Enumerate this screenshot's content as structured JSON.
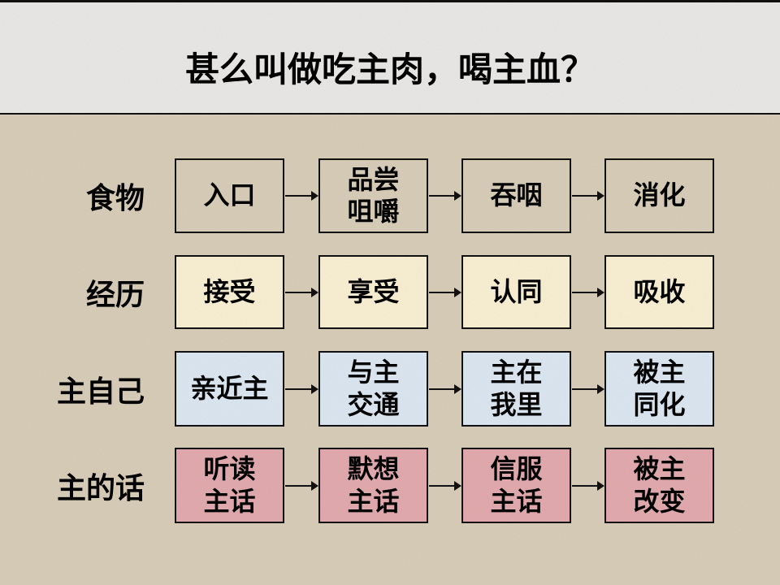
{
  "slide": {
    "title": "甚么叫做吃主肉，喝主血？",
    "colors": {
      "page_bg": "#d8cdb8",
      "title_bg": "#e9e8e6",
      "border": "#111111",
      "arrow": "#111111"
    },
    "rows": [
      {
        "label": "食物",
        "fill": "#d8cdb8",
        "boxes": [
          "入口",
          "品尝\n咀嚼",
          "吞咽",
          "消化"
        ]
      },
      {
        "label": "经历",
        "fill": "#f9efd3",
        "boxes": [
          "接受",
          "享受",
          "认同",
          "吸收"
        ]
      },
      {
        "label": "主自己",
        "fill": "#dce7f2",
        "boxes": [
          "亲近主",
          "与主\n交通",
          "主在\n我里",
          "被主\n同化"
        ]
      },
      {
        "label": "主的话",
        "fill": "#e2aaae",
        "boxes": [
          "听读\n主话",
          "默想\n主话",
          "信服\n主话",
          "被主\n改变"
        ]
      }
    ]
  }
}
